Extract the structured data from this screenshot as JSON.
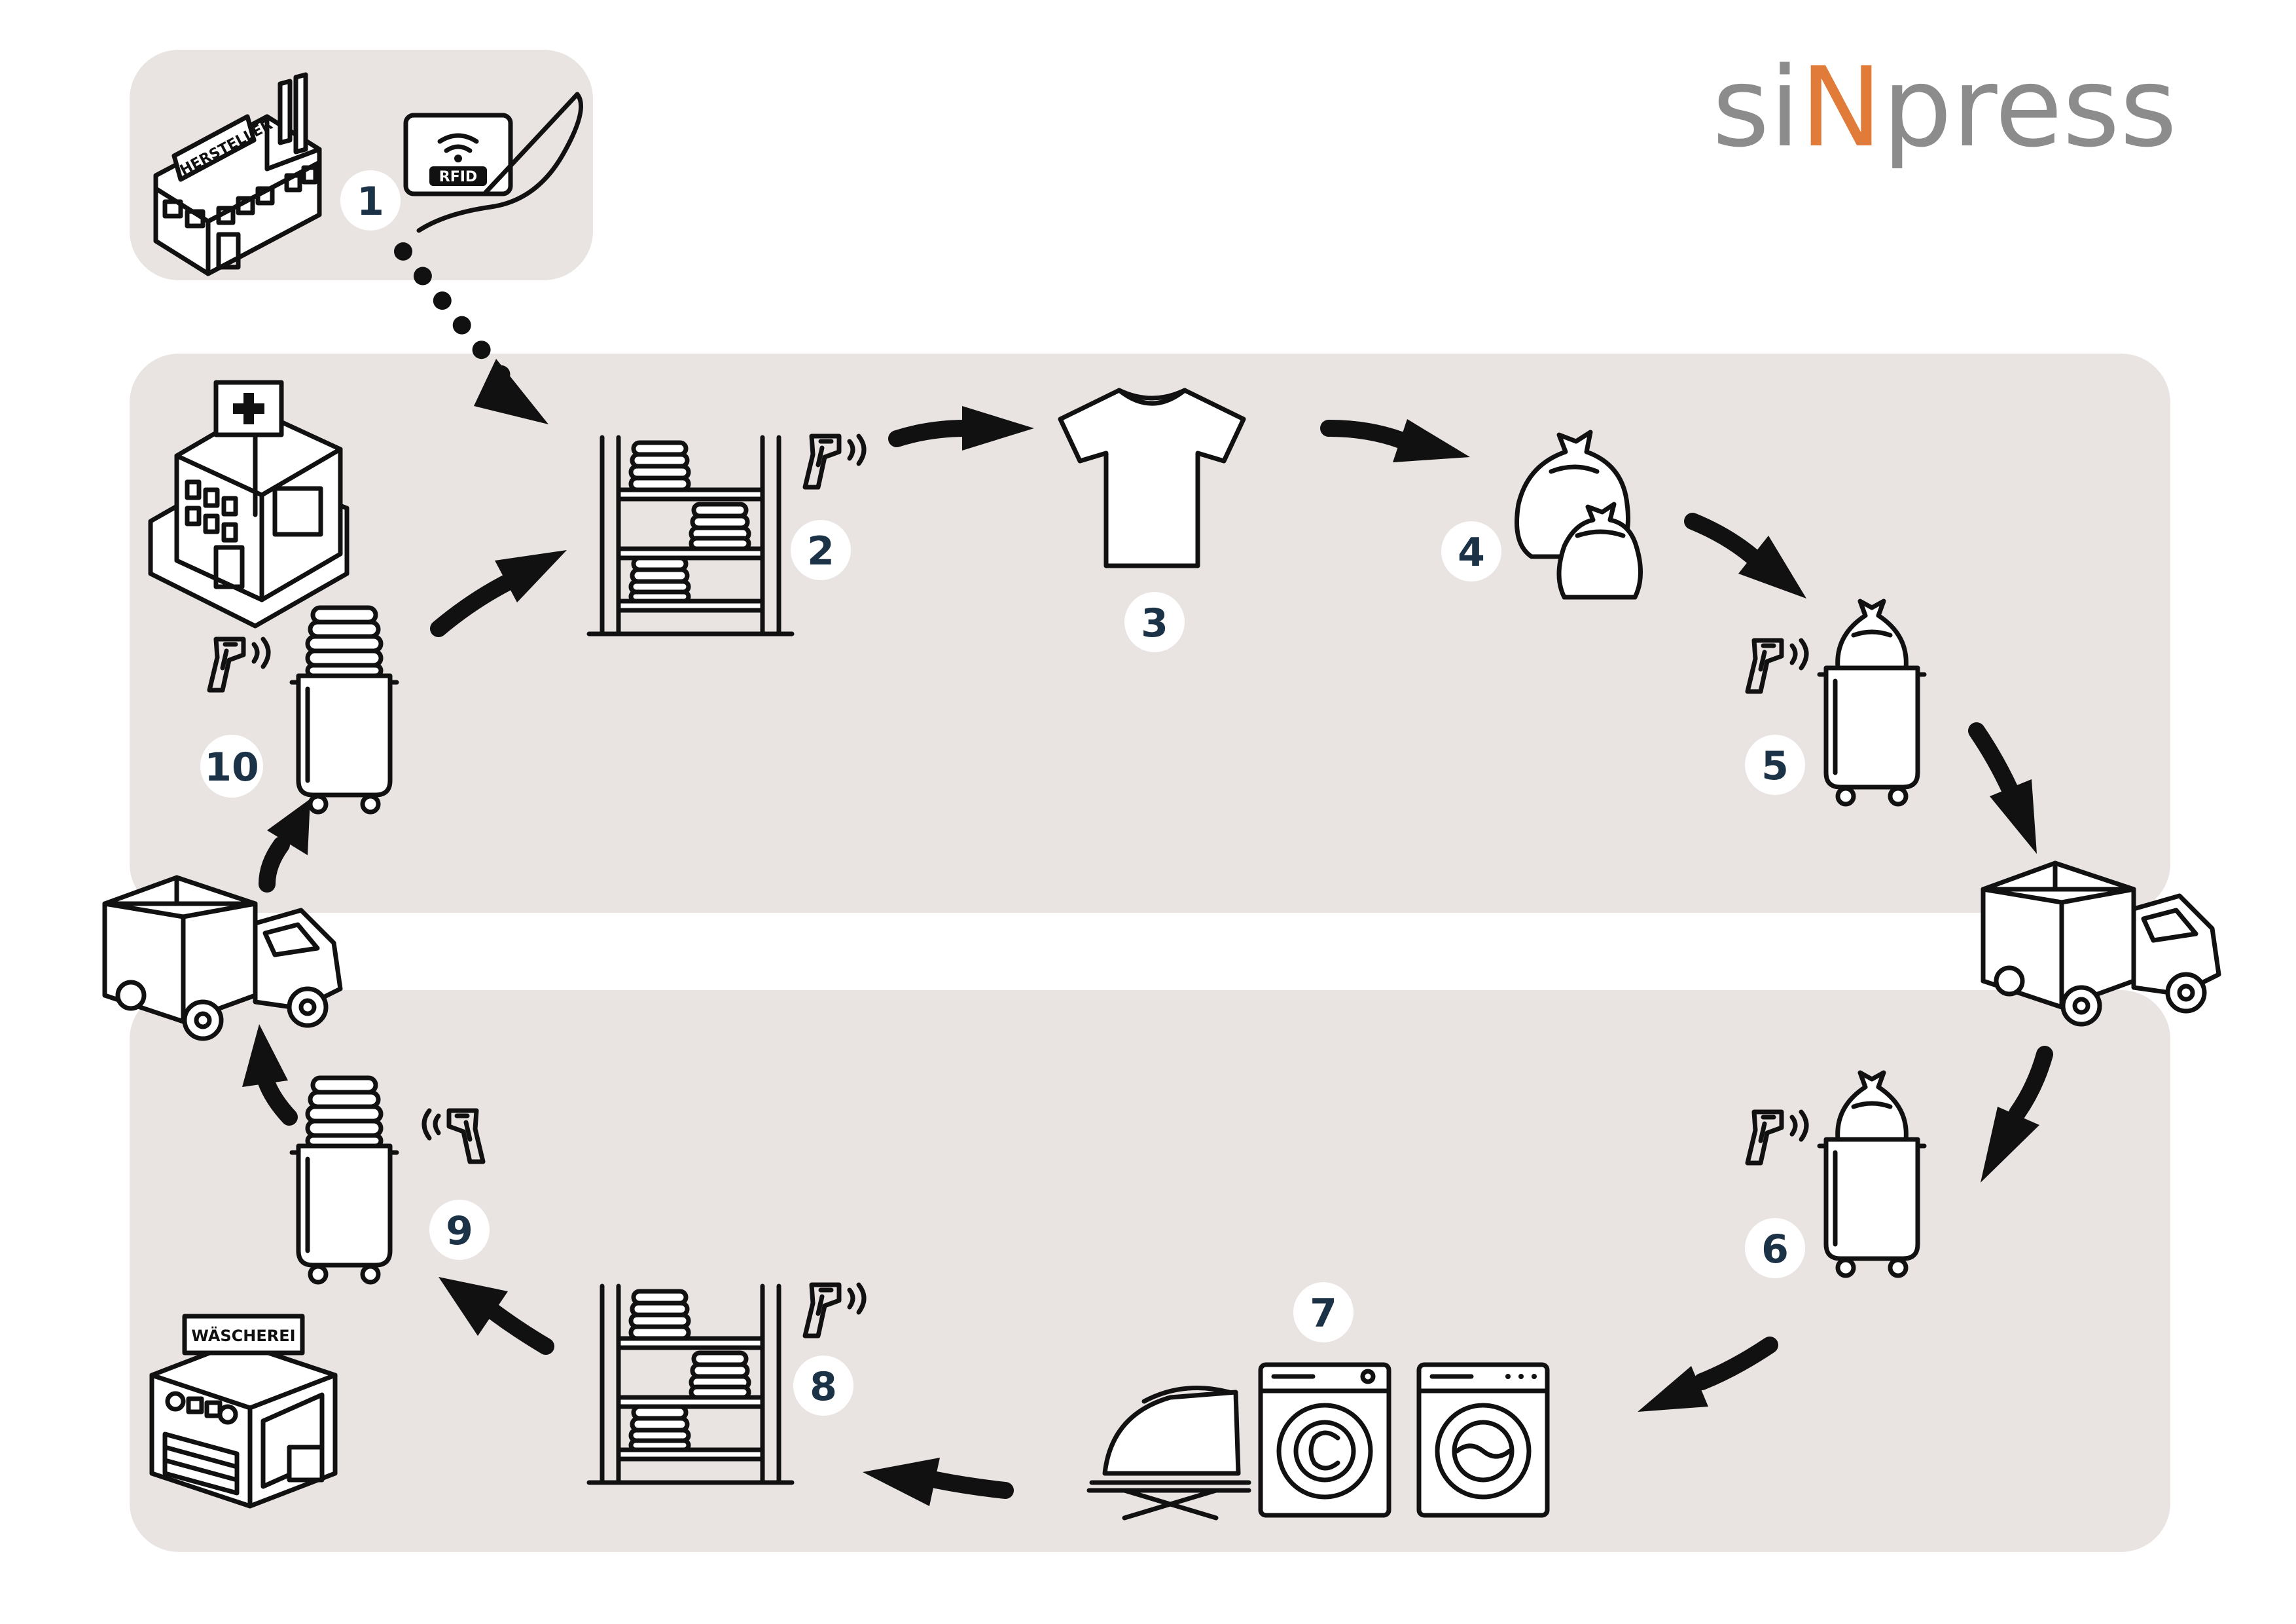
{
  "brand": {
    "logo_part1": "si",
    "logo_part2": "N",
    "logo_part3": "press",
    "logo_gray": "#8c8c8c",
    "logo_accent": "#e07b39"
  },
  "colors": {
    "zone_fill": "#e9e3e1",
    "line": "#111111",
    "badge_fill": "#ffffff",
    "number_color": "#1c3347"
  },
  "labels": {
    "manufacturer": "HERSTELLER",
    "rfid": "RFID",
    "laundry": "WÄSCHEREI"
  },
  "steps": [
    {
      "number": "1",
      "icon": "rfid-tag-sewing-icon"
    },
    {
      "number": "2",
      "icon": "shelf-scanner-icon"
    },
    {
      "number": "3",
      "icon": "tshirt-icon"
    },
    {
      "number": "4",
      "icon": "laundry-bags-icon"
    },
    {
      "number": "5",
      "icon": "cart-bag-scanner-icon"
    },
    {
      "number": "6",
      "icon": "cart-bag-scanner-icon"
    },
    {
      "number": "7",
      "icon": "washing-machines-iron-icon"
    },
    {
      "number": "8",
      "icon": "shelf-scanner-icon"
    },
    {
      "number": "9",
      "icon": "cart-linen-scanner-icon"
    },
    {
      "number": "10",
      "icon": "cart-linen-scanner-icon"
    }
  ]
}
